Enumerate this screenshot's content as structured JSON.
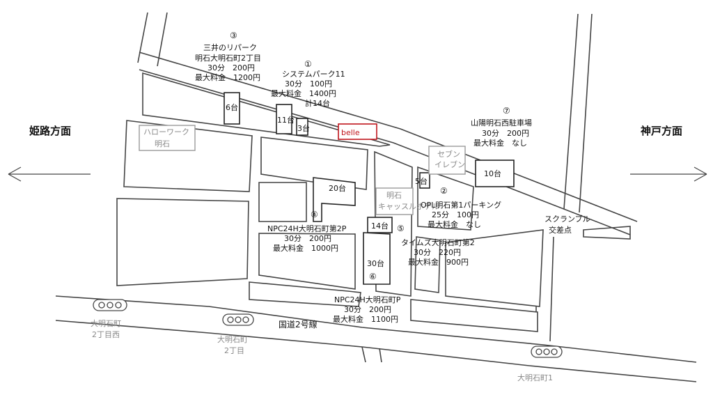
{
  "directions": {
    "west": "姫路方面",
    "east": "神戸方面"
  },
  "landmark": "belle",
  "buildings": {
    "hellowork_line1": "ハローワーク",
    "hellowork_line2": "明石",
    "seven_line1": "セブン",
    "seven_line2": "イレブン",
    "castle_line1": "明石",
    "castle_line2": "キャッスルホテル"
  },
  "scramble": {
    "line1": "スクランブル",
    "line2": "交差点"
  },
  "route": "国道2号線",
  "intersections": [
    "大明石町",
    "2丁目西",
    "大明石町",
    "2丁目",
    "大明石町1"
  ],
  "spaces": [
    "6台",
    "11台",
    "3台",
    "20台",
    "14台",
    "30台",
    "5台",
    "10台"
  ],
  "parkings": [
    {
      "num": "①",
      "lines": [
        "システムパーク11",
        "30分　100円",
        "最大料金　1400円",
        "計14台"
      ]
    },
    {
      "num": "②",
      "lines": [
        "OPL明石第1パーキング",
        "25分　100円",
        "最大料金　なし"
      ]
    },
    {
      "num": "③",
      "lines": [
        "三井のリパーク",
        "明石大明石町2丁目",
        "30分　200円",
        "最大料金　1200円"
      ]
    },
    {
      "num": "④",
      "lines": [
        "NPC24H大明石町第2P",
        "30分　200円",
        "最大料金　1000円"
      ]
    },
    {
      "num": "⑤",
      "lines": [
        "タイムズ大明石町第2",
        "30分　220円",
        "最大料金　900円"
      ]
    },
    {
      "num": "⑥",
      "lines": [
        "NPC24H大明石町P",
        "30分　200円",
        "最大料金　1100円"
      ]
    },
    {
      "num": "⑦",
      "lines": [
        "山陽明石西駐車場",
        "30分　200円",
        "最大料金　なし"
      ]
    }
  ]
}
